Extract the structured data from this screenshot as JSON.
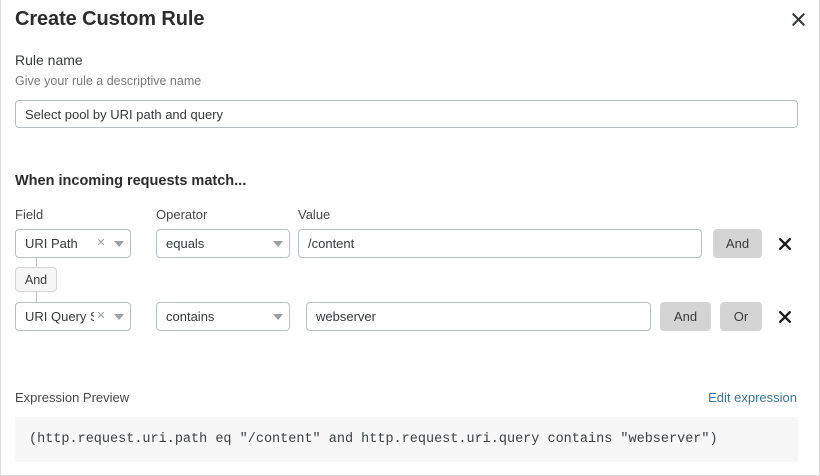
{
  "header": {
    "title": "Create Custom Rule",
    "close_icon": "close-icon"
  },
  "rule_name": {
    "label": "Rule name",
    "help_text": "Give your rule a descriptive name",
    "value": "Select pool by URI path and query",
    "placeholder": "Select pool by URI path and query"
  },
  "match_section": {
    "heading": "When incoming requests match...",
    "columns": {
      "field": "Field",
      "operator": "Operator",
      "value": "Value"
    },
    "conditions": [
      {
        "field": "URI Path",
        "field_clear_icon": "clear-icon",
        "field_caret_icon": "chevron-down-icon",
        "operator": "equals",
        "operator_caret_icon": "chevron-down-icon",
        "value": "/content",
        "and_label": "And",
        "delete_icon": "close-icon"
      },
      {
        "field": "URI Query St...",
        "field_clear_icon": "clear-icon",
        "field_caret_icon": "chevron-down-icon",
        "operator": "contains",
        "operator_caret_icon": "chevron-down-icon",
        "value": "webserver",
        "and_label": "And",
        "or_label": "Or",
        "delete_icon": "close-icon"
      }
    ],
    "group_connector_label": "And"
  },
  "expression_preview": {
    "label": "Expression Preview",
    "edit_link": "Edit expression",
    "expression": "(http.request.uri.path eq \"/content\" and http.request.uri.query contains \"webserver\")"
  },
  "colors": {
    "link": "#3478a5",
    "logic_button_bg": "#d4d4d4",
    "code_bg": "#f7f7f7",
    "input_border": "#b8bfc4"
  }
}
